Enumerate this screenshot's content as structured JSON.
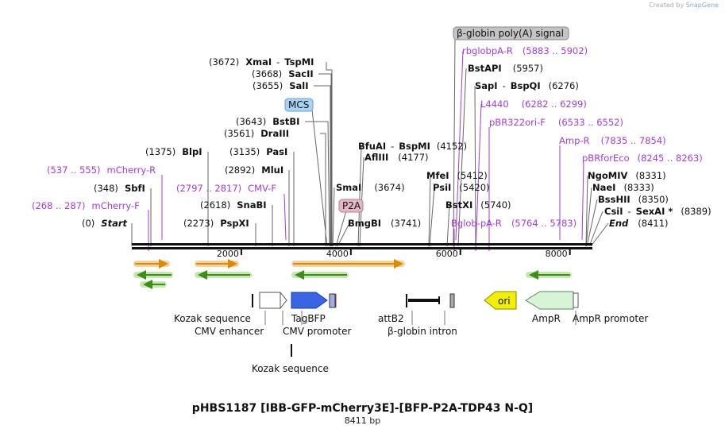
{
  "credit": {
    "created_by": "Created by",
    "brand": "SnapGene"
  },
  "map": {
    "title": "pHBS1187 [IBB-GFP-mCherry3E]-[BFP-P2A-TDP43 N-Q]",
    "length_label": "8411 bp",
    "total_bp": 8411,
    "ticks": [
      "2000",
      "4000",
      "6000",
      "8000"
    ],
    "tick_positions_bp": [
      2000,
      4000,
      6000,
      8000
    ]
  },
  "sites": [
    {
      "pos": "(3672)",
      "name": "XmaI",
      "name2": "TspMI",
      "bp": 3672
    },
    {
      "pos": "(3668)",
      "name": "SacII",
      "bp": 3668
    },
    {
      "pos": "(3655)",
      "name": "SalI",
      "bp": 3655
    },
    {
      "pos": "(3643)",
      "name": "BstBI",
      "bp": 3643
    },
    {
      "pos": "(3561)",
      "name": "DraIII",
      "bp": 3561
    },
    {
      "pos": "(1375)",
      "name": "BlpI",
      "bp": 1375
    },
    {
      "pos": "(3135)",
      "name": "PasI",
      "bp": 3135
    },
    {
      "pos": "(2892)",
      "name": "MluI",
      "bp": 2892
    },
    {
      "pos": "(348)",
      "name": "SbfI",
      "bp": 348
    },
    {
      "pos": "(2618)",
      "name": "SnaBI",
      "bp": 2618
    },
    {
      "pos": "(0)",
      "name": "Start",
      "bp": 0,
      "italic": true
    },
    {
      "pos": "(2273)",
      "name": "PspXI",
      "bp": 2273
    },
    {
      "pos": "(4152)",
      "name": "BfuAI",
      "name2": "BspMI",
      "bp": 4152,
      "pos_after": true
    },
    {
      "pos": "(4177)",
      "name": "AflIII",
      "bp": 4177,
      "pos_after": true
    },
    {
      "pos": "(3674)",
      "name": "SmaI",
      "bp": 3674,
      "pos_after": true
    },
    {
      "pos": "(3741)",
      "name": "BmgBI",
      "bp": 3741,
      "pos_after": true
    },
    {
      "pos": "(5412)",
      "name": "MfeI",
      "bp": 5412,
      "pos_after": true
    },
    {
      "pos": "(5420)",
      "name": "PsiI",
      "bp": 5420,
      "pos_after": true
    },
    {
      "pos": "(5740)",
      "name": "BstXI",
      "bp": 5740,
      "pos_after": true
    },
    {
      "pos": "(5957)",
      "name": "BstAPI",
      "bp": 5957,
      "pos_after": true
    },
    {
      "pos": "(6276)",
      "name": "SapI",
      "name2": "BspQI",
      "bp": 6276,
      "pos_after": true
    },
    {
      "pos": "(8331)",
      "name": "NgoMIV",
      "bp": 8331,
      "pos_after": true
    },
    {
      "pos": "(8333)",
      "name": "NaeI",
      "bp": 8333,
      "pos_after": true
    },
    {
      "pos": "(8350)",
      "name": "BssHII",
      "bp": 8350,
      "pos_after": true
    },
    {
      "pos": "(8389)",
      "name": "CsiI",
      "name2": "SexAI *",
      "bp": 8389,
      "pos_after": true
    },
    {
      "pos": "(8411)",
      "name": "End",
      "bp": 8411,
      "pos_after": true,
      "italic": true
    }
  ],
  "primers": [
    {
      "name": "mCherry-R",
      "range": "(537 .. 555)",
      "bp": 546
    },
    {
      "name": "mCherry-F",
      "range": "(268 .. 287)",
      "bp": 278
    },
    {
      "name": "CMV-F",
      "range": "(2797 .. 2817)",
      "bp": 2807
    },
    {
      "name": "rbglobpA-R",
      "range": "(5883 .. 5902)",
      "bp": 5892
    },
    {
      "name": "L4440",
      "range": "(6282 .. 6299)",
      "bp": 6290
    },
    {
      "name": "pBR322ori-F",
      "range": "(6533 .. 6552)",
      "bp": 6542
    },
    {
      "name": "Amp-R",
      "range": "(7835 .. 7854)",
      "bp": 7844
    },
    {
      "name": "pBRforEco",
      "range": "(8245 .. 8263)",
      "bp": 8254
    },
    {
      "name": "Bglob-pA-R",
      "range": "(5764 .. 5783)",
      "bp": 5773
    }
  ],
  "boxes": {
    "signal": "β-globin poly(A) signal",
    "mcs": "MCS",
    "p2a": "P2A"
  },
  "features": [
    {
      "label": "Kozak sequence"
    },
    {
      "label": "CMV enhancer"
    },
    {
      "label": "TagBFP"
    },
    {
      "label": "CMV promoter"
    },
    {
      "label": "attB2"
    },
    {
      "label": "β-globin intron"
    },
    {
      "label": "ori"
    },
    {
      "label": "AmpR"
    },
    {
      "label": "AmpR promoter"
    },
    {
      "label": "Kozak sequence"
    }
  ],
  "colors": {
    "enzyme_text": "#111111",
    "primer_text": "#a23bd9",
    "enzyme_line": "#666666",
    "primer_line": "#a23bd9",
    "orange_arrow": "#e08a00",
    "orange_glow": "#f3d3a0",
    "green_arrow": "#3a8f1a",
    "green_glow": "#c8e6b0",
    "tagbfp": "#3a63e6",
    "ori": "#f2ef00",
    "ampr": "#d6f5d6",
    "mcs_box": "#a9d3f3",
    "p2a_box": "#e5b7c4",
    "signal_box": "#c4c4c4"
  }
}
